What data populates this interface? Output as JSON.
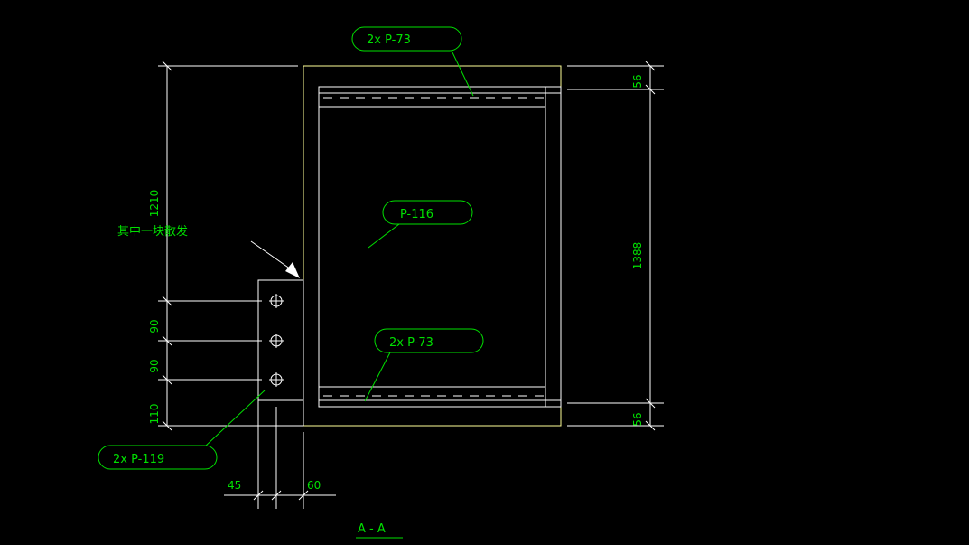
{
  "colors": {
    "background": "#000000",
    "outline_yellow": "#ffff99",
    "line_white": "#ffffff",
    "text_green": "#00e000"
  },
  "callouts": {
    "top_p73": "2x  P-73",
    "center_p116": "P-116",
    "bottom_p73": "2x  P-73",
    "left_p119": "2x  P-119"
  },
  "annotation": {
    "chinese_note": "其中一块散发"
  },
  "dimensions": {
    "left_total": "1210",
    "right_total": "1388",
    "right_top": "56",
    "right_bottom": "56",
    "bolt_space_1": "90",
    "bolt_space_2": "90",
    "bolt_bottom": "110",
    "bottom_left": "45",
    "bottom_right": "60"
  },
  "section_label": "A - A"
}
